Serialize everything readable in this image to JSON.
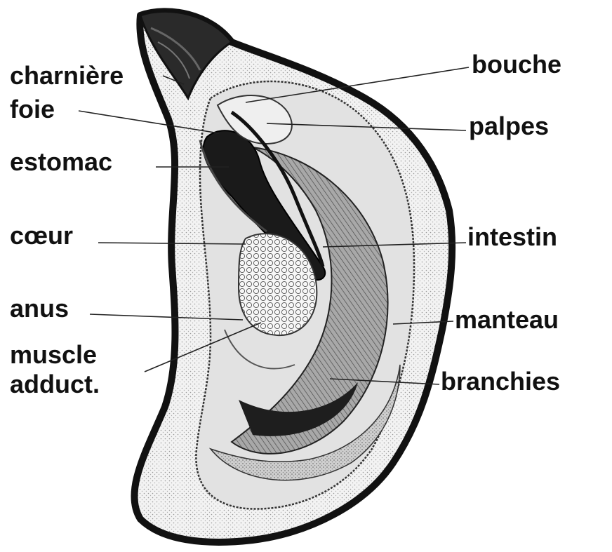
{
  "labels": {
    "charniere": "charnière",
    "foie": "foie",
    "estomac": "estomac",
    "coeur": "cœur",
    "anus": "anus",
    "muscle_line1": "muscle",
    "muscle_line2": "adduct.",
    "bouche": "bouche",
    "palpes": "palpes",
    "intestin": "intestin",
    "manteau": "manteau",
    "branchies": "branchies"
  },
  "colors": {
    "shell_outline": "#111111",
    "mantle_fill": "#e4e4e4",
    "gill_fill": "#8f8f8f",
    "dark_organs": "#1a1a1a"
  }
}
